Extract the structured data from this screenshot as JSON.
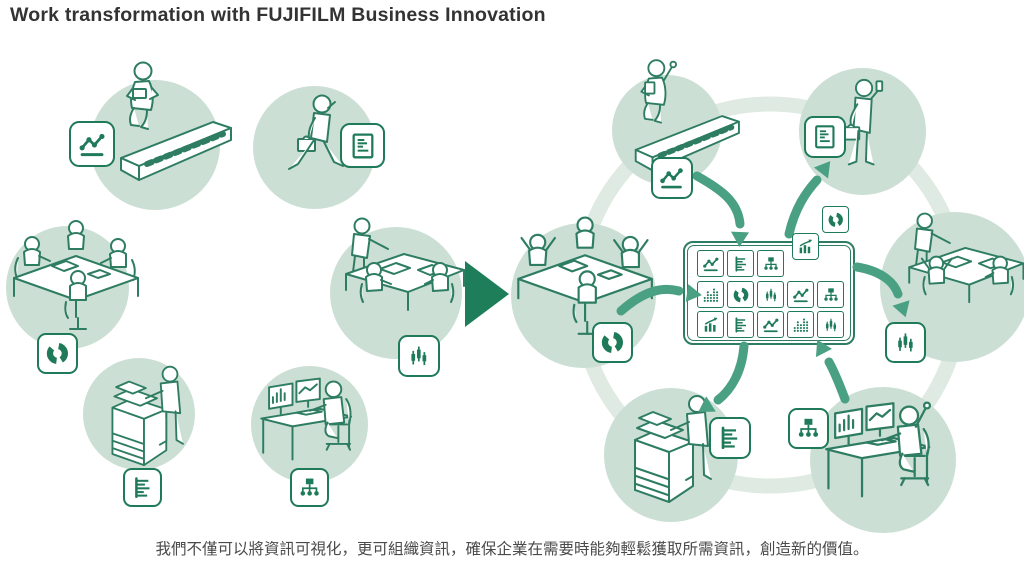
{
  "title": "Work transformation with FUJIFILM Business Innovation",
  "caption": "我們不僅可以將資訊可視化，更可組織資訊，確保企業在需要時能夠輕鬆獲取所需資訊，創造新的價值。",
  "colors": {
    "line_art": "#2e7d63",
    "icon_green": "#1f7a5a",
    "circle_fill": "#cbdfd5",
    "ring": "#dfeae3",
    "arrow": "#4aa083",
    "triangle": "#1f7e5a",
    "title_text": "#333333",
    "caption_text": "#4a4a4a"
  },
  "left_group": {
    "label": "before-transformation",
    "scenes": [
      {
        "name": "commuting-by-train",
        "figure": "train-person",
        "icon": "line-chart"
      },
      {
        "name": "walking-on-phone",
        "figure": "walker",
        "icon": "doc-text"
      },
      {
        "name": "team-meeting",
        "figure": "meeting-4",
        "icon": "donut-chart"
      },
      {
        "name": "table-discussion",
        "figure": "meeting-3",
        "icon": "candlestick"
      },
      {
        "name": "using-copier",
        "figure": "copier-person",
        "icon": "doc-outline"
      },
      {
        "name": "desk-work",
        "figure": "desk-person",
        "icon": "org-chart"
      }
    ]
  },
  "right_group": {
    "label": "after-transformation",
    "scenes": [
      {
        "name": "commuting-by-train-happy",
        "figure": "train-person-happy",
        "icon": "line-chart"
      },
      {
        "name": "standing-with-phone",
        "figure": "phone-stander",
        "icon": "doc-text"
      },
      {
        "name": "team-meeting-celebrating",
        "figure": "meeting-4-celebrate",
        "icon": "donut-chart"
      },
      {
        "name": "table-discussion-celebrating",
        "figure": "meeting-3-celebrate",
        "icon": "candlestick"
      },
      {
        "name": "using-copier",
        "figure": "copier-person",
        "icon": "doc-outline"
      },
      {
        "name": "desk-work-celebrating",
        "figure": "desk-person-celebrate",
        "icon": "org-chart"
      }
    ]
  },
  "dashboard": {
    "name": "information-hub-panel",
    "rows": [
      [
        "line-chart",
        "doc-outline",
        "org-chart"
      ],
      [
        "dot-matrix",
        "donut-chart",
        "candlestick",
        "line-chart",
        "org-chart"
      ],
      [
        "growth-bars",
        "doc-outline",
        "line-chart",
        "dot-matrix",
        "candlestick"
      ]
    ],
    "floating_icons": [
      "growth-bars",
      "donut-chart"
    ]
  },
  "transform_arrow": {
    "name": "before-after-arrow",
    "direction": "right"
  }
}
